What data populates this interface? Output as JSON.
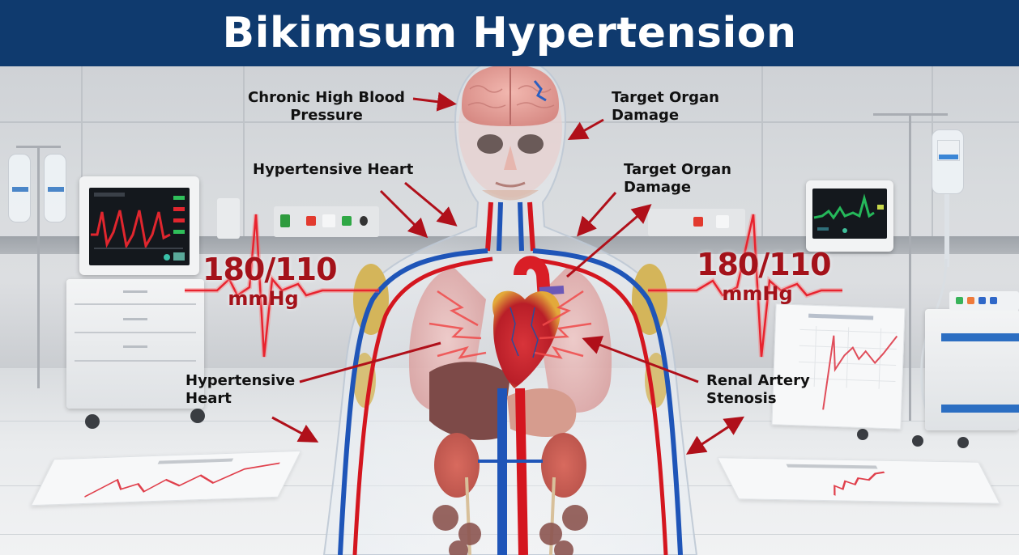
{
  "header": {
    "title": "Bikimsum Hypertension",
    "background_color": "#0f3a6e",
    "text_color": "#ffffff"
  },
  "labels": {
    "chronic_high_bp": [
      "Chronic High Blood",
      "Pressure"
    ],
    "target_organ_damage_top": [
      "Target Organ",
      "Damage"
    ],
    "hypertensive_heart_top": "Hypertensive Heart",
    "target_organ_damage_mid": [
      "Target Organ",
      "Damage"
    ],
    "hypertensive_heart_bottom": [
      "Hypertensive",
      "Heart"
    ],
    "renal_artery_stenosis": [
      "Renal Artery",
      "Stenosis"
    ]
  },
  "blood_pressure": {
    "left": {
      "value": "180/110",
      "unit": "mmHg"
    },
    "right": {
      "value": "180/110",
      "unit": "mmHg"
    },
    "color": "#a4121a",
    "glow_color": "#ff4a4a"
  },
  "colors": {
    "arrow": "#b0101a",
    "artery": "#d4161f",
    "vein": "#1f55b8",
    "label_text": "#111111"
  },
  "scene": {
    "icons": [
      "patient-monitor-icon",
      "iv-bag-icon",
      "medical-cart-icon",
      "bp-chart-paper-icon",
      "anatomy-figure-icon"
    ]
  }
}
